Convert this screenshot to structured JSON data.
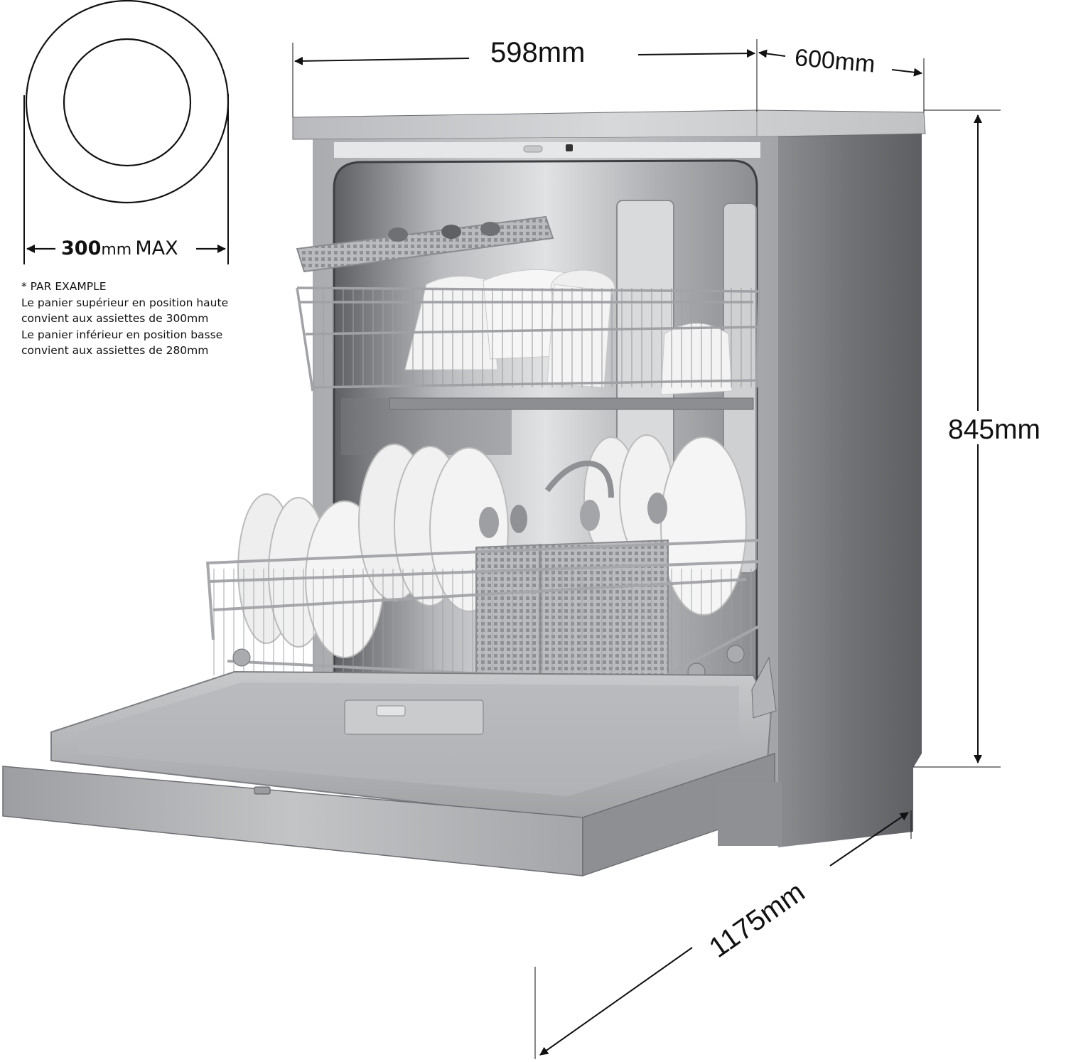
{
  "plate_diagram": {
    "size_value": "300",
    "size_unit": "mm",
    "size_suffix": "MAX"
  },
  "note": {
    "heading": "* PAR EXAMPLE",
    "lines": [
      "Le panier supérieur en position haute",
      "convient aux assiettes de 300mm",
      "Le panier inférieur en position basse",
      "convient aux assiettes de 280mm"
    ]
  },
  "dimensions": {
    "width": "598mm",
    "depth": "600mm",
    "height": "845mm",
    "depth_door_open": "1175mm"
  },
  "product": {
    "name": "freestanding-dishwasher",
    "finish": "stainless-steel",
    "door_state": "open",
    "colors": {
      "body_front": "#b9bcbf",
      "body_side": "#77797c",
      "top": "#c3c5c8",
      "interior": "#9a9c9f",
      "rack": "#a7a9ac",
      "dish": "#f2f2f2",
      "line": "#111111"
    }
  }
}
